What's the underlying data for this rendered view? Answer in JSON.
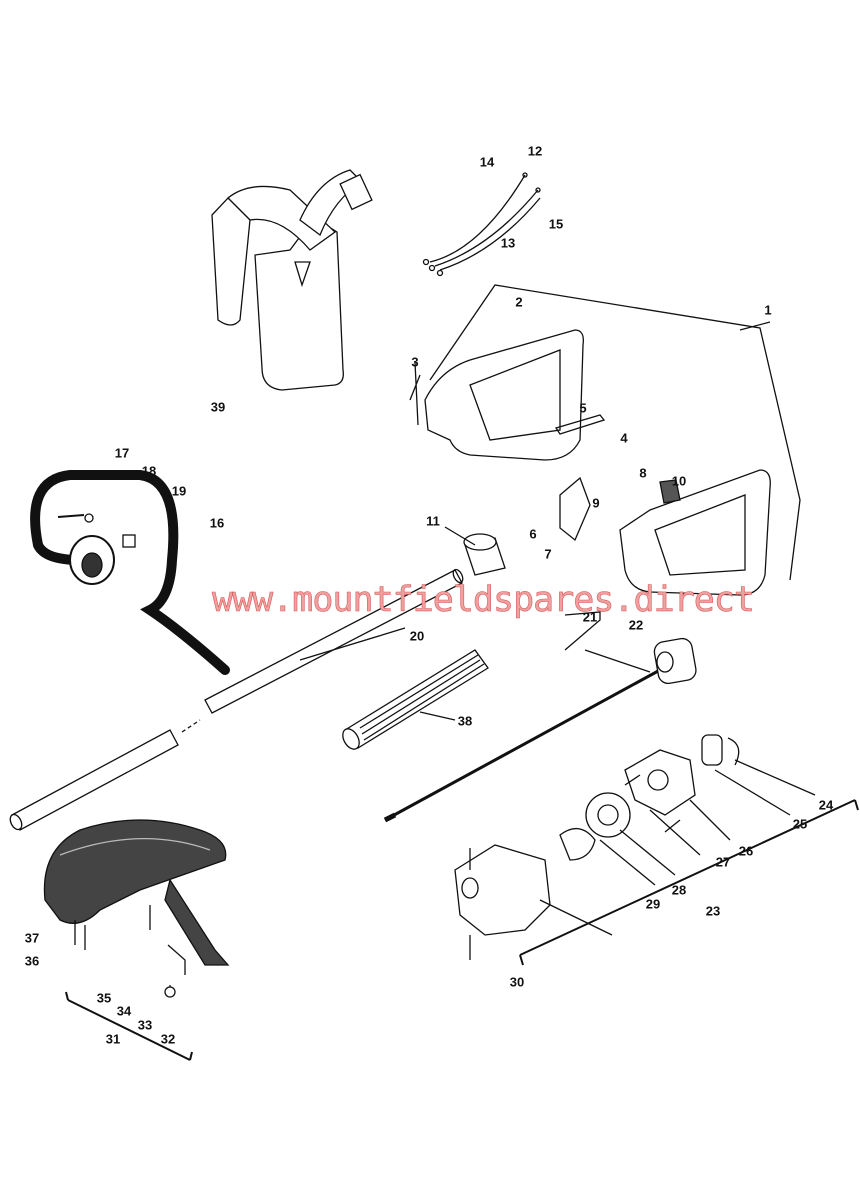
{
  "diagram": {
    "watermark": "www.mountfieldspares.direct",
    "parts": [
      {
        "id": "p1",
        "label": "1"
      },
      {
        "id": "p2",
        "label": "2"
      },
      {
        "id": "p3",
        "label": "3"
      },
      {
        "id": "p4",
        "label": "4"
      },
      {
        "id": "p5",
        "label": "5"
      },
      {
        "id": "p6",
        "label": "6"
      },
      {
        "id": "p7",
        "label": "7"
      },
      {
        "id": "p8",
        "label": "8"
      },
      {
        "id": "p9",
        "label": "9"
      },
      {
        "id": "p10",
        "label": "10"
      },
      {
        "id": "p11",
        "label": "11"
      },
      {
        "id": "p12",
        "label": "12"
      },
      {
        "id": "p13",
        "label": "13"
      },
      {
        "id": "p14",
        "label": "14"
      },
      {
        "id": "p15",
        "label": "15"
      },
      {
        "id": "p16",
        "label": "16"
      },
      {
        "id": "p17",
        "label": "17"
      },
      {
        "id": "p18",
        "label": "18"
      },
      {
        "id": "p19",
        "label": "19"
      },
      {
        "id": "p20",
        "label": "20"
      },
      {
        "id": "p21",
        "label": "21"
      },
      {
        "id": "p22",
        "label": "22"
      },
      {
        "id": "p23",
        "label": "23"
      },
      {
        "id": "p24",
        "label": "24"
      },
      {
        "id": "p25",
        "label": "25"
      },
      {
        "id": "p26",
        "label": "26"
      },
      {
        "id": "p27",
        "label": "27"
      },
      {
        "id": "p28",
        "label": "28"
      },
      {
        "id": "p29",
        "label": "29"
      },
      {
        "id": "p30",
        "label": "30"
      },
      {
        "id": "p31",
        "label": "31"
      },
      {
        "id": "p32",
        "label": "32"
      },
      {
        "id": "p33",
        "label": "33"
      },
      {
        "id": "p34",
        "label": "34"
      },
      {
        "id": "p35",
        "label": "35"
      },
      {
        "id": "p36",
        "label": "36"
      },
      {
        "id": "p37",
        "label": "37"
      },
      {
        "id": "p38",
        "label": "38"
      },
      {
        "id": "p39",
        "label": "39"
      }
    ]
  }
}
